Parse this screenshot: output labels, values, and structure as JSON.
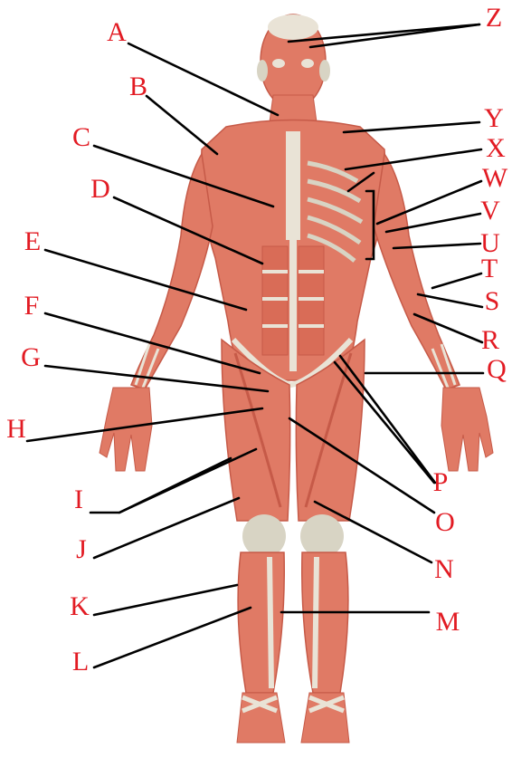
{
  "colors": {
    "label": "#e21b23",
    "leader": "#000000",
    "muscle": "#e07a65",
    "muscle_dark": "#c65a48",
    "tendon": "#e9e3d6",
    "bone": "#d8d4c4",
    "background": "#ffffff"
  },
  "labels": {
    "A": "A",
    "B": "B",
    "C": "C",
    "D": "D",
    "E": "E",
    "F": "F",
    "G": "G",
    "H": "H",
    "I": "I",
    "J": "J",
    "K": "K",
    "L": "L",
    "M": "M",
    "N": "N",
    "O": "O",
    "P": "P",
    "Q": "Q",
    "R": "R",
    "S": "S",
    "T": "T",
    "U": "U",
    "V": "V",
    "W": "W",
    "X": "X",
    "Y": "Y",
    "Z": "Z"
  }
}
